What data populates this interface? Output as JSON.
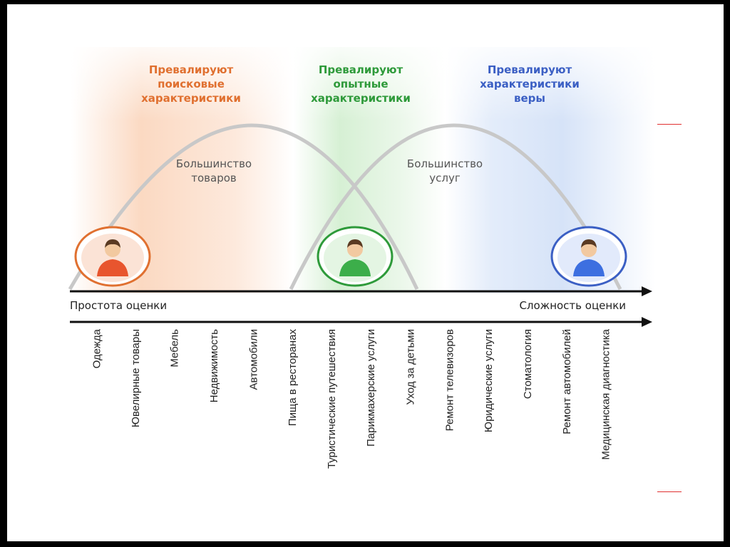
{
  "colors": {
    "orange": "#e07030",
    "green": "#2e9a3a",
    "blue": "#3b5fc4",
    "arc": "#c8c8c8",
    "axis": "#111111"
  },
  "headings": {
    "search": "Превалируют\nпоисковые\nхарактеристики",
    "experience": "Превалируют\nопытные\nхарактеристики",
    "credence": "Превалируют\nхарактеристики\nверы"
  },
  "groups": {
    "goods": "Большинство\nтоваров",
    "services": "Большинство\nуслуг"
  },
  "axis": {
    "left_label": "Простота оценки",
    "right_label": "Сложность оценки"
  },
  "people": [
    {
      "icon": "person-icon",
      "color": "#e8552e",
      "ring": "#e07030"
    },
    {
      "icon": "person-icon",
      "color": "#3cae4a",
      "ring": "#2e9a3a"
    },
    {
      "icon": "person-icon",
      "color": "#3d6fe0",
      "ring": "#3b5fc4"
    }
  ],
  "categories": [
    "Одежда",
    "Ювелирные товары",
    "Мебель",
    "Недвижимость",
    "Автомобили",
    "Пища в ресторанах",
    "Туристические путешествия",
    "Парикмахерские услуги",
    "Уход за детьми",
    "Ремонт телевизоров",
    "Юридические услуги",
    "Стоматология",
    "Ремонт автомобилей",
    "Медицинская диагностика"
  ]
}
